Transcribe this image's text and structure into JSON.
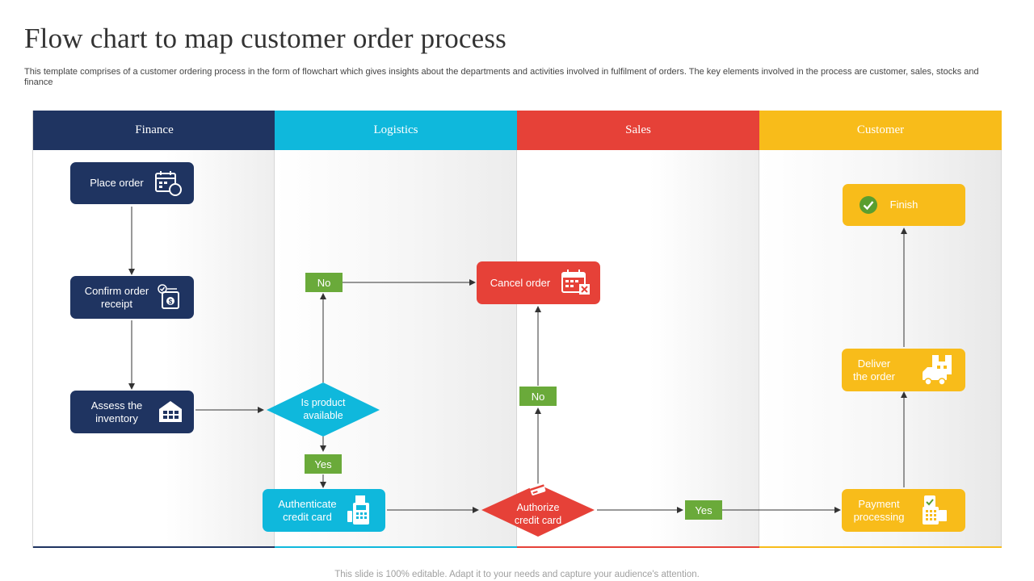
{
  "title": "Flow chart to map customer order process",
  "description": "This template comprises of a customer ordering process in the form of flowchart which gives insights about the departments and activities involved in fulfilment of orders. The key elements involved in the process are customer, sales, stocks and finance",
  "lanes": [
    {
      "label": "Finance",
      "color": "#1f3461"
    },
    {
      "label": "Logistics",
      "color": "#0fb8dc"
    },
    {
      "label": "Sales",
      "color": "#e64138"
    },
    {
      "label": "Customer",
      "color": "#f8bc1a"
    }
  ],
  "nodes": {
    "place_order": {
      "label": "Place order",
      "icon": "calendar-clock-icon"
    },
    "confirm_receipt": {
      "label": "Confirm  order\nreceipt",
      "icon": "receipt-dollar-icon"
    },
    "assess_inventory": {
      "label": "Assess the\ninventory",
      "icon": "warehouse-icon"
    },
    "is_available": {
      "label": "Is product\navailable"
    },
    "authenticate": {
      "label": "Authenticate\ncredit card",
      "icon": "card-machine-icon"
    },
    "cancel_order": {
      "label": "Cancel order",
      "icon": "calendar-cancel-icon"
    },
    "authorize": {
      "label": "Authorize\ncredit card",
      "icon": "credit-card-icon"
    },
    "finish": {
      "label": "Finish",
      "icon": "check-circle-icon"
    },
    "deliver": {
      "label": "Deliver\nthe order",
      "icon": "delivery-truck-icon"
    },
    "payment": {
      "label": "Payment\nprocessing",
      "icon": "pos-terminal-icon"
    }
  },
  "decisions": {
    "no_logistics": "No",
    "yes_logistics": "Yes",
    "no_sales": "No",
    "yes_sales": "Yes"
  },
  "footer": "This slide is 100% editable. Adapt it to your needs and capture your audience's attention."
}
